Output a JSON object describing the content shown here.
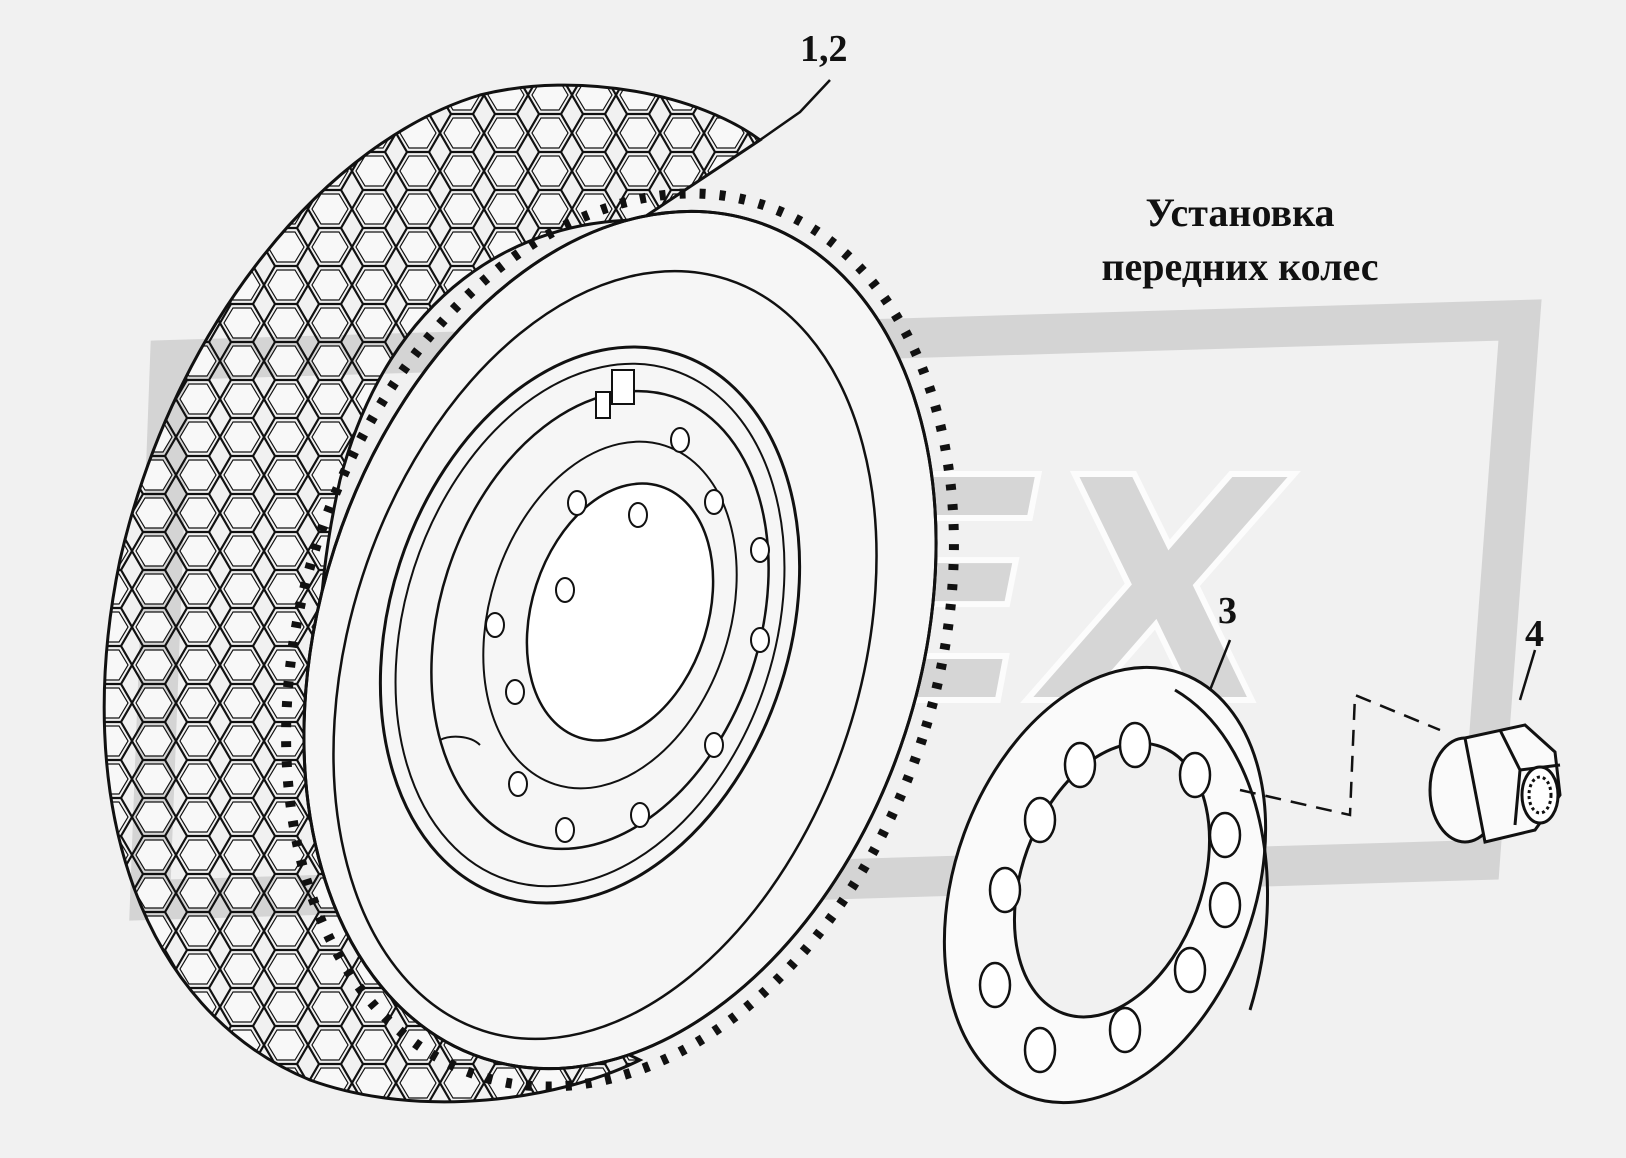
{
  "diagram": {
    "title_lines": [
      "Установка",
      "передних колес"
    ],
    "callouts": {
      "tire": "1,2",
      "washer": "3",
      "nut": "4"
    },
    "watermark": "OPEX"
  },
  "colors": {
    "background": "#f1f1f1",
    "line": "#111111",
    "watermark": "#cfcfcf"
  }
}
